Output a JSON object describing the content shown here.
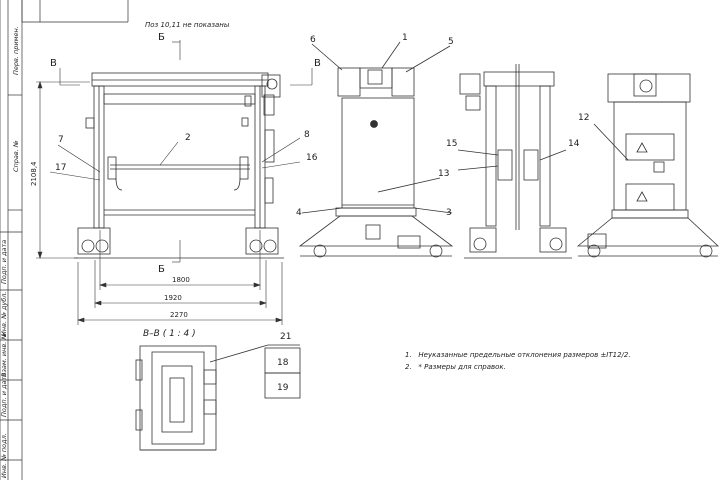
{
  "sidebar": {
    "labels": [
      "Перв. примен.",
      "Справ. №",
      "Подп. и дата",
      "Инв. № дубл.",
      "Взам. инв. №",
      "Подп. и дата",
      "Инв. № подл."
    ]
  },
  "header": {
    "note": "Поз 10,11 не показаны"
  },
  "sections": {
    "b1": "Б",
    "b2": "Б",
    "v1": "В",
    "v2": "В"
  },
  "callouts": {
    "c1": "1",
    "c2": "2",
    "c3": "3",
    "c4": "4",
    "c5": "5",
    "c6": "6",
    "c7": "7",
    "c8": "8",
    "c12": "12",
    "c13": "13",
    "c14": "14",
    "c15": "15",
    "c16": "16",
    "c17": "17",
    "c18": "18",
    "c19": "19",
    "c21": "21"
  },
  "dimensions": {
    "height": "2108,4",
    "d1800": "1800",
    "d1920": "1920",
    "d2270": "2270"
  },
  "detail": {
    "title": "В–В ( 1 : 4 )"
  },
  "notes": [
    {
      "num": "1.",
      "text": "Неуказанные предельные отклонения размеров ±IT12/2."
    },
    {
      "num": "2.",
      "text": "* Размеры для справок."
    }
  ]
}
